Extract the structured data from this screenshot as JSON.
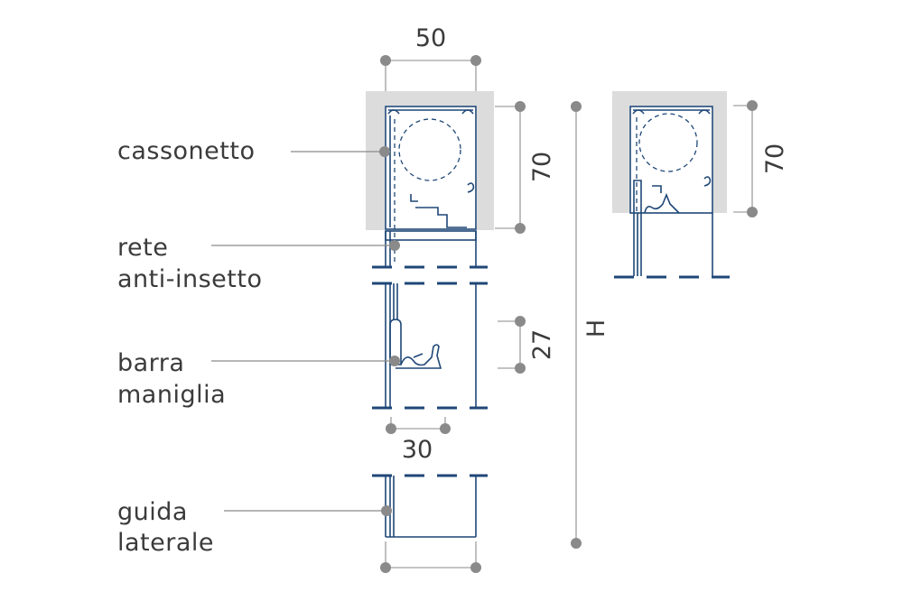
{
  "labels": {
    "cassonetto": "cassonetto",
    "rete_line1": "rete",
    "rete_line2": "anti-insetto",
    "barra_line1": "barra",
    "barra_line2": "maniglia",
    "guida_line1": "guida",
    "guida_line2": "laterale"
  },
  "dimensions": {
    "top_width": "50",
    "box_height": "70",
    "handle_height": "27",
    "handle_width": "30",
    "total_height": "H",
    "side_box_height": "70"
  },
  "colors": {
    "profile": "#1f4777",
    "housing": "#dcdcdc",
    "dimension_lines": "#8a8a8a",
    "text": "#3b3b3b"
  }
}
